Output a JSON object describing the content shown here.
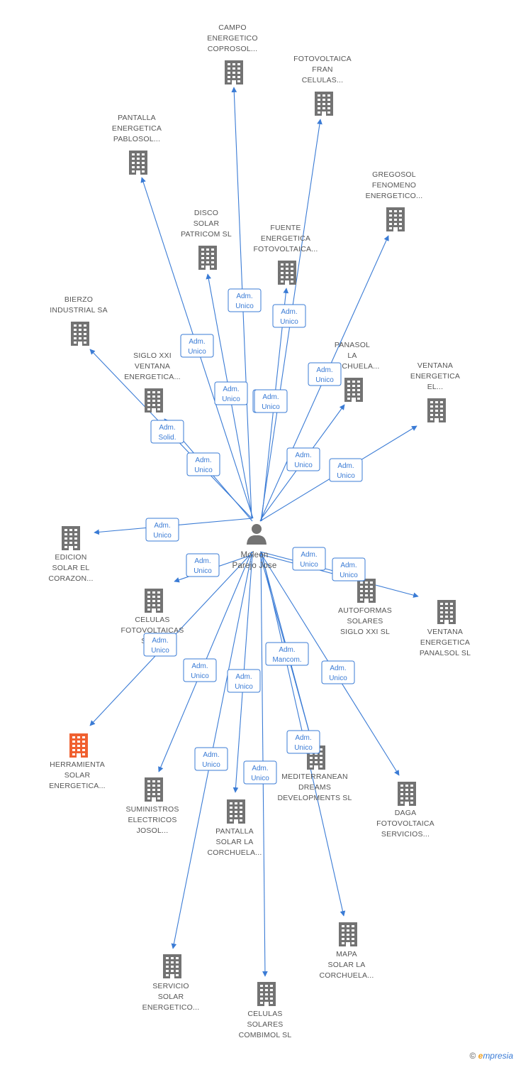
{
  "colors": {
    "edge": "#3a7bd5",
    "building": "#737373",
    "building_highlight": "#f06030",
    "person": "#737373"
  },
  "center": {
    "lines": [
      "Moleon",
      "Parejo Jose"
    ],
    "icon": "person-icon"
  },
  "nodes": [
    {
      "id": "campo",
      "lines": [
        "CAMPO",
        "ENERGETICO",
        "COPROSOL..."
      ]
    },
    {
      "id": "fotovoltaica-fran",
      "lines": [
        "FOTOVOLTAICA",
        "FRAN",
        "CELULAS..."
      ]
    },
    {
      "id": "pantalla-energetica",
      "lines": [
        "PANTALLA",
        "ENERGETICA",
        "PABLOSOL..."
      ]
    },
    {
      "id": "gregosol",
      "lines": [
        "GREGOSOL",
        "FENOMENO",
        "ENERGETICO..."
      ]
    },
    {
      "id": "disco-solar",
      "lines": [
        "DISCO",
        "SOLAR",
        "PATRICOM SL"
      ]
    },
    {
      "id": "fuente-energetica",
      "lines": [
        "FUENTE",
        "ENERGETICA",
        "FOTOVOLTAICA..."
      ]
    },
    {
      "id": "bierzo",
      "lines": [
        "BIERZO",
        "INDUSTRIAL SA"
      ]
    },
    {
      "id": "siglo-xxi",
      "lines": [
        "SIGLO XXI",
        "VENTANA",
        "ENERGETICA..."
      ]
    },
    {
      "id": "panasol",
      "lines": [
        "PANASOL",
        "LA",
        "CORCHUELA..."
      ]
    },
    {
      "id": "ventana-el",
      "lines": [
        "VENTANA",
        "ENERGETICA",
        "EL..."
      ]
    },
    {
      "id": "edicion-solar",
      "lines": [
        "EDICION",
        "SOLAR EL",
        "CORAZON..."
      ]
    },
    {
      "id": "celulas-fotovoltaicas",
      "lines": [
        "CELULAS",
        "FOTOVOLTAICAS",
        "SAN..."
      ]
    },
    {
      "id": "autoformas",
      "lines": [
        "AUTOFORMAS",
        "SOLARES",
        "SIGLO XXI SL"
      ]
    },
    {
      "id": "ventana-panalsol",
      "lines": [
        "VENTANA",
        "ENERGETICA",
        "PANALSOL SL"
      ]
    },
    {
      "id": "herramienta",
      "lines": [
        "HERRAMIENTA",
        "SOLAR",
        "ENERGETICA..."
      ]
    },
    {
      "id": "mediterranean",
      "lines": [
        "MEDITERRANEAN",
        "DREAMS",
        "DEVELOPMENTS SL"
      ]
    },
    {
      "id": "daga",
      "lines": [
        "DAGA",
        "FOTOVOLTAICA",
        "SERVICIOS..."
      ]
    },
    {
      "id": "suministros",
      "lines": [
        "SUMINISTROS",
        "ELECTRICOS",
        "JOSOL..."
      ]
    },
    {
      "id": "pantalla-solar",
      "lines": [
        "PANTALLA",
        "SOLAR LA",
        "CORCHUELA..."
      ]
    },
    {
      "id": "mapa-solar",
      "lines": [
        "MAPA",
        "SOLAR LA",
        "CORCHUELA..."
      ]
    },
    {
      "id": "servicio-solar",
      "lines": [
        "SERVICIO",
        "SOLAR",
        "ENERGETICO..."
      ]
    },
    {
      "id": "celulas-combimol",
      "lines": [
        "CELULAS",
        "SOLARES",
        "COMBIMOL SL"
      ]
    }
  ],
  "edges": [
    {
      "target": "campo",
      "label": [
        "Adm.",
        "Unico"
      ]
    },
    {
      "target": "fotovoltaica-fran",
      "label": [
        "Adm.",
        "Unico"
      ]
    },
    {
      "target": "pantalla-energetica",
      "label": [
        "Adm.",
        "Unico"
      ]
    },
    {
      "target": "gregosol",
      "label": [
        "Adm.",
        "Unico"
      ]
    },
    {
      "target": "disco-solar",
      "label": [
        "Adm.",
        "Unico"
      ]
    },
    {
      "target": "fuente-energetica",
      "label": [
        "Adm.",
        "Unico"
      ]
    },
    {
      "target": "bierzo",
      "label": [
        "Adm.",
        "Solid."
      ]
    },
    {
      "target": "siglo-xxi",
      "label": [
        "Adm.",
        "Unico"
      ]
    },
    {
      "target": "panasol",
      "label": [
        "Adm.",
        "Unico"
      ]
    },
    {
      "target": "ventana-el",
      "label": [
        "Adm.",
        "Unico"
      ]
    },
    {
      "target": "edicion-solar",
      "label": [
        "Adm.",
        "Unico"
      ]
    },
    {
      "target": "celulas-fotovoltaicas",
      "label": [
        "Adm.",
        "Unico"
      ]
    },
    {
      "target": "autoformas",
      "label": [
        "Adm.",
        "Unico"
      ]
    },
    {
      "target": "ventana-panalsol",
      "label": [
        "Adm.",
        "Unico"
      ]
    },
    {
      "target": "herramienta",
      "label": [
        "Adm.",
        "Unico"
      ]
    },
    {
      "target": "mediterranean",
      "label": [
        "Adm.",
        "Mancom."
      ]
    },
    {
      "target": "mediterranean",
      "label": [
        "Adm.",
        "Unico"
      ]
    },
    {
      "target": "daga",
      "label": [
        "Adm.",
        "Unico"
      ]
    },
    {
      "target": "suministros",
      "label": [
        "Adm.",
        "Unico"
      ]
    },
    {
      "target": "pantalla-solar",
      "label": [
        "Adm.",
        "Unico"
      ]
    },
    {
      "target": "mapa-solar",
      "label": [
        "Adm.",
        "Unico"
      ]
    },
    {
      "target": "servicio-solar",
      "label": [
        "Adm.",
        "Unico"
      ]
    },
    {
      "target": "celulas-combimol",
      "label": [
        "Adm.",
        "Unico"
      ]
    }
  ],
  "footer": {
    "copyright": "©",
    "brand_e": "e",
    "brand_rest": "mpresia"
  }
}
